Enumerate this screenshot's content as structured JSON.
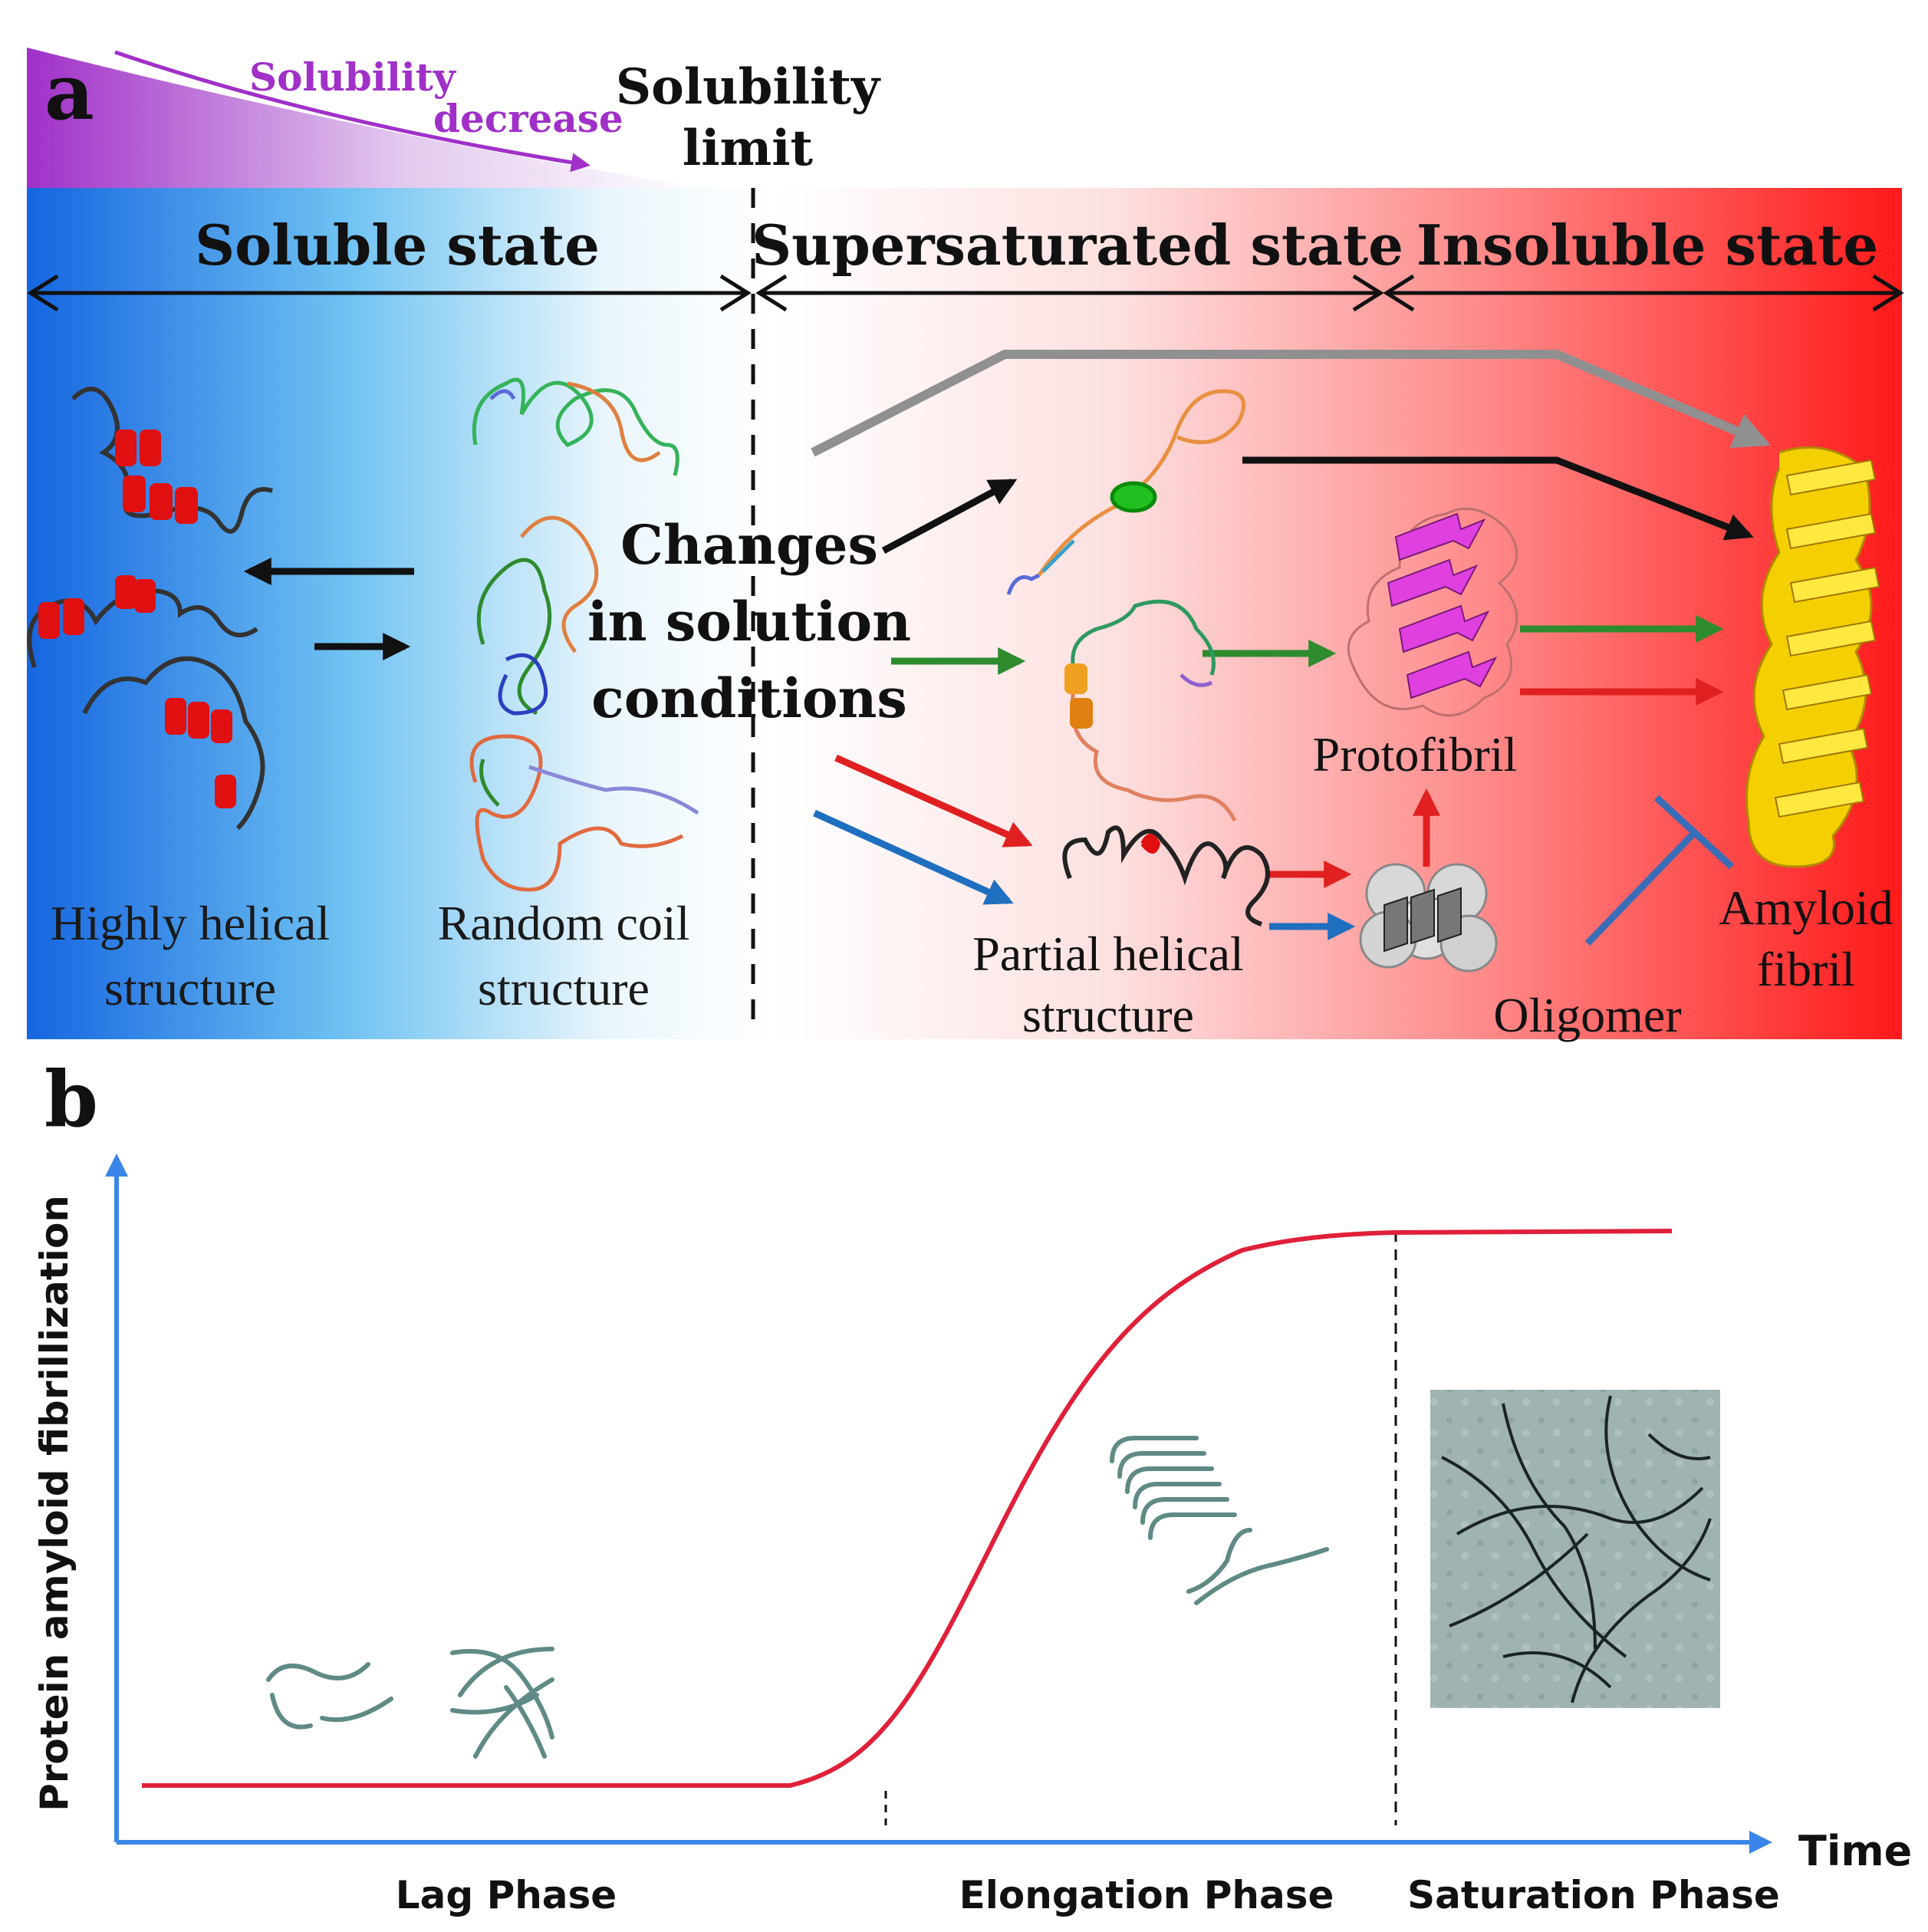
{
  "panel_a": {
    "label": "a",
    "solubility_decrease_line1": "Solubility",
    "solubility_decrease_line2": "decrease",
    "solubility_limit_line1": "Solubility",
    "solubility_limit_line2": "limit",
    "states": {
      "soluble": "Soluble state",
      "supersaturated": "Supersaturated state",
      "insoluble": "Insoluble state"
    },
    "changes_line1": "Changes",
    "changes_line2": "in solution",
    "changes_line3": "conditions",
    "highly_helical_line1": "Highly helical",
    "highly_helical_line2": "structure",
    "random_coil_line1": "Random coil",
    "random_coil_line2": "structure",
    "partial_helical_line1": "Partial helical",
    "partial_helical_line2": "structure",
    "protofibril": "Protofibril",
    "oligomer": "Oligomer",
    "amyloid_line1": "Amyloid",
    "amyloid_line2": "fibril",
    "colors": {
      "blue": "#1565e0",
      "red": "#ff1a1a",
      "purple": "#a030c8",
      "green": "#2e8b2e",
      "arrow_red": "#e02020",
      "arrow_blue": "#1f6fc0",
      "arrow_gray": "#909090",
      "fibril_yellow": "#f5d000",
      "protofibril_magenta": "#e040e0"
    }
  },
  "panel_b": {
    "label": "b",
    "y_axis_label": "Protein amyloid fibrillization",
    "x_axis_label": "Time",
    "phases": [
      "Lag Phase",
      "Elongation Phase",
      "Saturation Phase"
    ],
    "colors": {
      "axis": "#3a86e8",
      "curve": "#e0203a",
      "sketch": "#5f8a86"
    }
  }
}
